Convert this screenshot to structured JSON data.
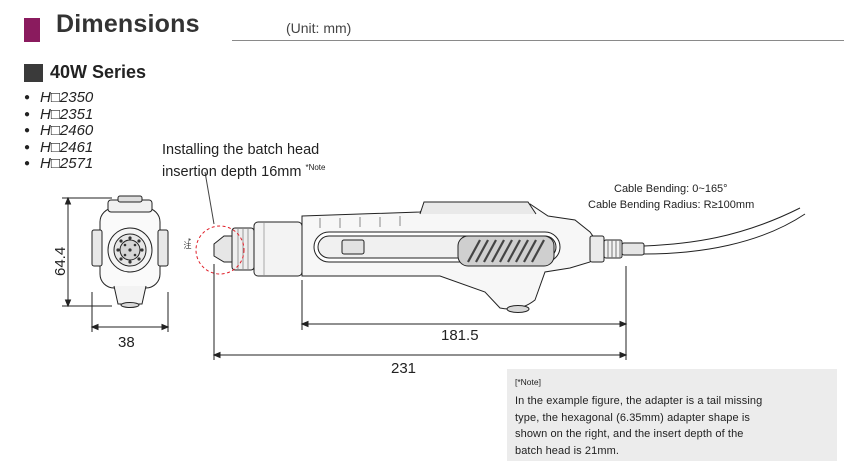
{
  "header": {
    "title": "Dimensions",
    "unit": "(Unit: mm)"
  },
  "series": {
    "title": "40W Series"
  },
  "models": [
    "H□2350",
    "H□2351",
    "H□2460",
    "H□2461",
    "H□2571"
  ],
  "installing": {
    "line1": "Installing the batch head",
    "line2": "insertion depth 16mm",
    "mark": "*Note"
  },
  "note_marker": "*注",
  "cable": {
    "bending": "Cable Bending: 0~165°",
    "radius": "Cable Bending Radius: R≥100mm"
  },
  "dims": {
    "height": "64.4",
    "width": "38",
    "length_body": "181.5",
    "length_total": "231"
  },
  "note": {
    "heading": "[*Note]",
    "body": "In the example figure, the adapter is a tail missing type, the hexagonal (6.35mm) adapter shape is shown on the right, and the insert depth of the batch head is 21mm."
  },
  "colors": {
    "accent": "#8a1b5e",
    "series_block": "#3a3a3a",
    "note_bg": "#ececec",
    "highlight_circle": "#e0202a"
  }
}
